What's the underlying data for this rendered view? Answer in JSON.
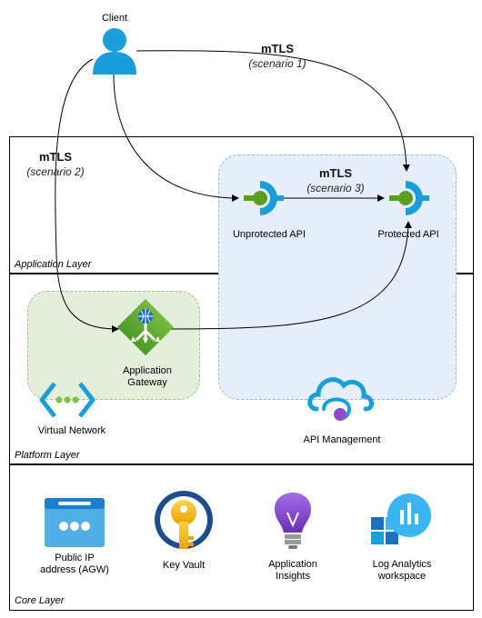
{
  "nodes": {
    "client": "Client",
    "unprotected_api": "Unprotected API",
    "protected_api": "Protected API",
    "app_gateway": "Application\nGateway",
    "vnet": "Virtual Network",
    "apim": "API Management",
    "public_ip": "Public IP\naddress (AGW)",
    "key_vault": "Key Vault",
    "app_insights": "Application\nInsights",
    "log_analytics": "Log Analytics\nworkspace"
  },
  "layers": {
    "application": "Application Layer",
    "platform": "Platform Layer",
    "core": "Core Layer"
  },
  "edges": {
    "scenario1": {
      "title": "mTLS",
      "subtitle": "(scenario 1)"
    },
    "scenario2": {
      "title": "mTLS",
      "subtitle": "(scenario 2)"
    },
    "scenario3": {
      "title": "mTLS",
      "subtitle": "(scenario 3)"
    }
  },
  "colors": {
    "azure_blue": "#1a9ddb",
    "api_green": "#5aa01f",
    "gateway_green": "#5ea82f",
    "apim_fill": "#e6eefb",
    "gateway_fill": "#e4eedb",
    "keyvault_gold": "#f4b400",
    "insights_purple": "#7a3ec2"
  },
  "icons": [
    "user-icon",
    "api-icon",
    "application-gateway-icon",
    "virtual-network-icon",
    "api-management-icon",
    "public-ip-icon",
    "key-vault-icon",
    "application-insights-icon",
    "log-analytics-icon"
  ]
}
